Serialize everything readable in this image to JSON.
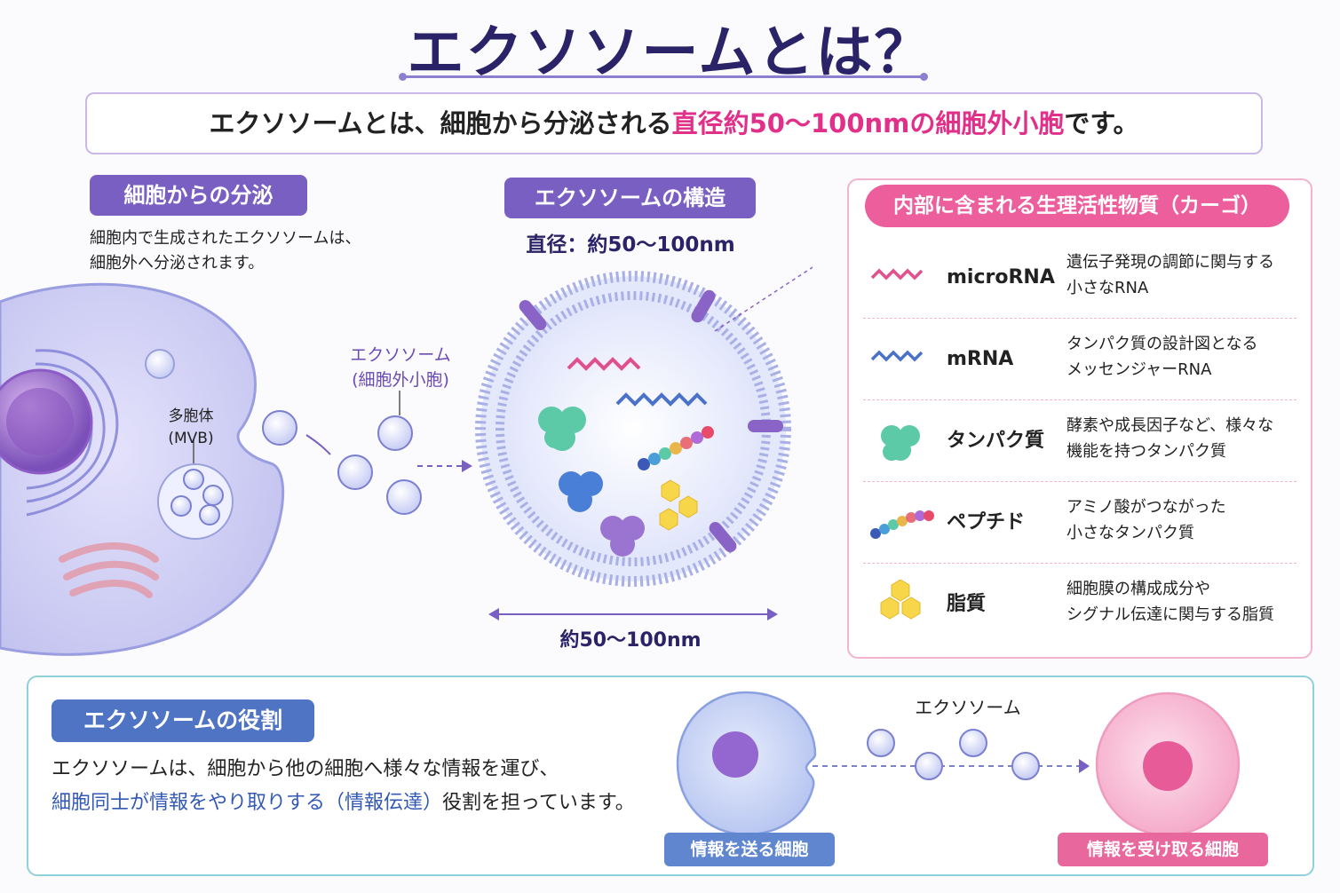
{
  "title": "エクソソームとは？",
  "intro": {
    "prefix": "エクソソームとは、細胞から分泌される",
    "highlight": "直径約50〜100nmの細胞外小胞",
    "suffix": "です。"
  },
  "secretion": {
    "heading": "細胞からの分泌",
    "desc_line1": "細胞内で生成されたエクソソームは、",
    "desc_line2": "細胞外へ分泌されます。",
    "mvb_label_1": "多胞体",
    "mvb_label_2": "(MVB)",
    "exosome_label_1": "エクソソーム",
    "exosome_label_2": "(細胞外小胞)"
  },
  "structure": {
    "heading": "エクソソームの構造",
    "diameter": "直径：約50〜100nm",
    "size_label": "約50〜100nm"
  },
  "cargo": {
    "heading": "内部に含まれる生理活性物質（カーゴ）",
    "items": [
      {
        "name": "microRNA",
        "desc1": "遺伝子発現の調節に関与する",
        "desc2": "小さなRNA",
        "icon": "microrna-icon"
      },
      {
        "name": "mRNA",
        "desc1": "タンパク質の設計図となる",
        "desc2": "メッセンジャーRNA",
        "icon": "mrna-icon"
      },
      {
        "name": "タンパク質",
        "desc1": "酵素や成長因子など、様々な",
        "desc2": "機能を持つタンパク質",
        "icon": "protein-icon"
      },
      {
        "name": "ペプチド",
        "desc1": "アミノ酸がつながった",
        "desc2": "小さなタンパク質",
        "icon": "peptide-icon"
      },
      {
        "name": "脂質",
        "desc1": "細胞膜の構成成分や",
        "desc2": "シグナル伝達に関与する脂質",
        "icon": "lipid-icon"
      }
    ]
  },
  "role": {
    "heading": "エクソソームの役割",
    "line1": "エクソソームは、細胞から他の細胞へ様々な情報を運び、",
    "line2_blue": "細胞同士が情報をやり取りする（情報伝達）",
    "line2_rest": "役割を担っています。",
    "exosome_label": "エクソソーム",
    "sender_label": "情報を送る細胞",
    "receiver_label": "情報を受け取る細胞"
  },
  "colors": {
    "title": "#2a2368",
    "accent_pink": "#e0308a",
    "purple": "#7a5fc2",
    "blue": "#4f74c4",
    "receiver_pink": "#e8689e"
  }
}
